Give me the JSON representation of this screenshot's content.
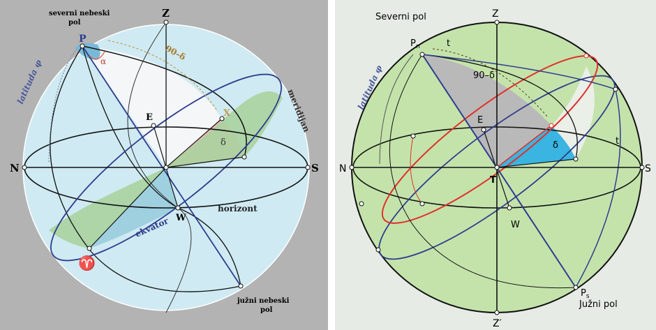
{
  "left": {
    "colors": {
      "background": "#b3b3b3",
      "sphere": "#cfeaf2",
      "pink": "#f6b8b8",
      "green": "#a8d3a0",
      "blue_line": "#2e3d8c",
      "arc_orange": "#c49a4a"
    },
    "labels": {
      "zenith": "Z",
      "north": "N",
      "south": "S",
      "east": "E",
      "west": "W",
      "pole_letter": "P",
      "star": "X",
      "north_pole_line1": "severni nebeski",
      "north_pole_line2": "pol",
      "south_pole_line1": "južni nebeski",
      "south_pole_line2": "pol",
      "latitude": "latituda φ",
      "colatitude": "90–δ",
      "delta": "δ",
      "alpha": "α",
      "meridian": "meridijan",
      "horizon": "horizont",
      "equator": "ekvator",
      "aries": "♈"
    }
  },
  "right": {
    "colors": {
      "background": "#e6ebe6",
      "sphere": "#c4e3ab",
      "gray": "#b9b9b9",
      "blue": "#3ab4e0",
      "red": "#e0312a",
      "blue_line": "#2e3d8c"
    },
    "labels": {
      "zenith": "Z",
      "nadir": "Z′",
      "north": "N",
      "south": "S",
      "east": "E",
      "west": "W",
      "center": "T",
      "north_pole_text": "Severni pol",
      "south_pole_text": "Južni pol",
      "pn": "P",
      "pn_sub": "n",
      "ps": "P",
      "ps_sub": "s",
      "t_upper": "t",
      "t_right": "t",
      "latitude": "latituda φ",
      "colatitude": "90–δ",
      "delta": "δ"
    }
  }
}
